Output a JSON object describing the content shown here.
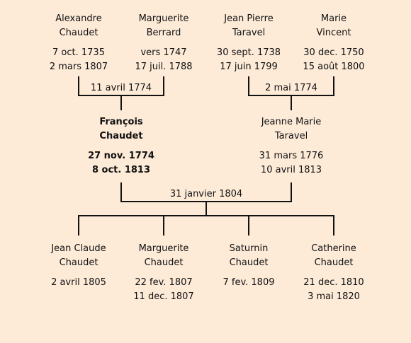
{
  "grandparents_paternal": {
    "father": {
      "first": "Alexandre",
      "last": "Chaudet",
      "birth": "7 oct. 1735",
      "death": "2 mars 1807"
    },
    "mother": {
      "first": "Marguerite",
      "last": "Berrard",
      "birth": "vers 1747",
      "death": "17 juil. 1788"
    },
    "marriage": "11 avril 1774"
  },
  "grandparents_maternal": {
    "father": {
      "first": "Jean Pierre",
      "last": "Taravel",
      "birth": "30 sept. 1738",
      "death": "17 juin 1799"
    },
    "mother": {
      "first": "Marie",
      "last": "Vincent",
      "birth": "30 dec. 1750",
      "death": "15 août 1800"
    },
    "marriage": "2 mai 1774"
  },
  "parents": {
    "father": {
      "first": "François",
      "last": "Chaudet",
      "birth": "27 nov. 1774",
      "death": "8 oct. 1813"
    },
    "mother": {
      "first": "Jeanne Marie",
      "last": "Taravel",
      "birth": "31 mars 1776",
      "death": "10 avril 1813"
    },
    "marriage": "31 janvier 1804"
  },
  "children": [
    {
      "first": "Jean Claude",
      "last": "Chaudet",
      "birth": "2 avril 1805",
      "death": ""
    },
    {
      "first": "Marguerite",
      "last": "Chaudet",
      "birth": "22 fev. 1807",
      "death": "11 dec. 1807"
    },
    {
      "first": "Saturnin",
      "last": "Chaudet",
      "birth": "7 fev. 1809",
      "death": ""
    },
    {
      "first": "Catherine",
      "last": "Chaudet",
      "birth": "21 dec. 1810",
      "death": "3 mai 1820"
    }
  ]
}
